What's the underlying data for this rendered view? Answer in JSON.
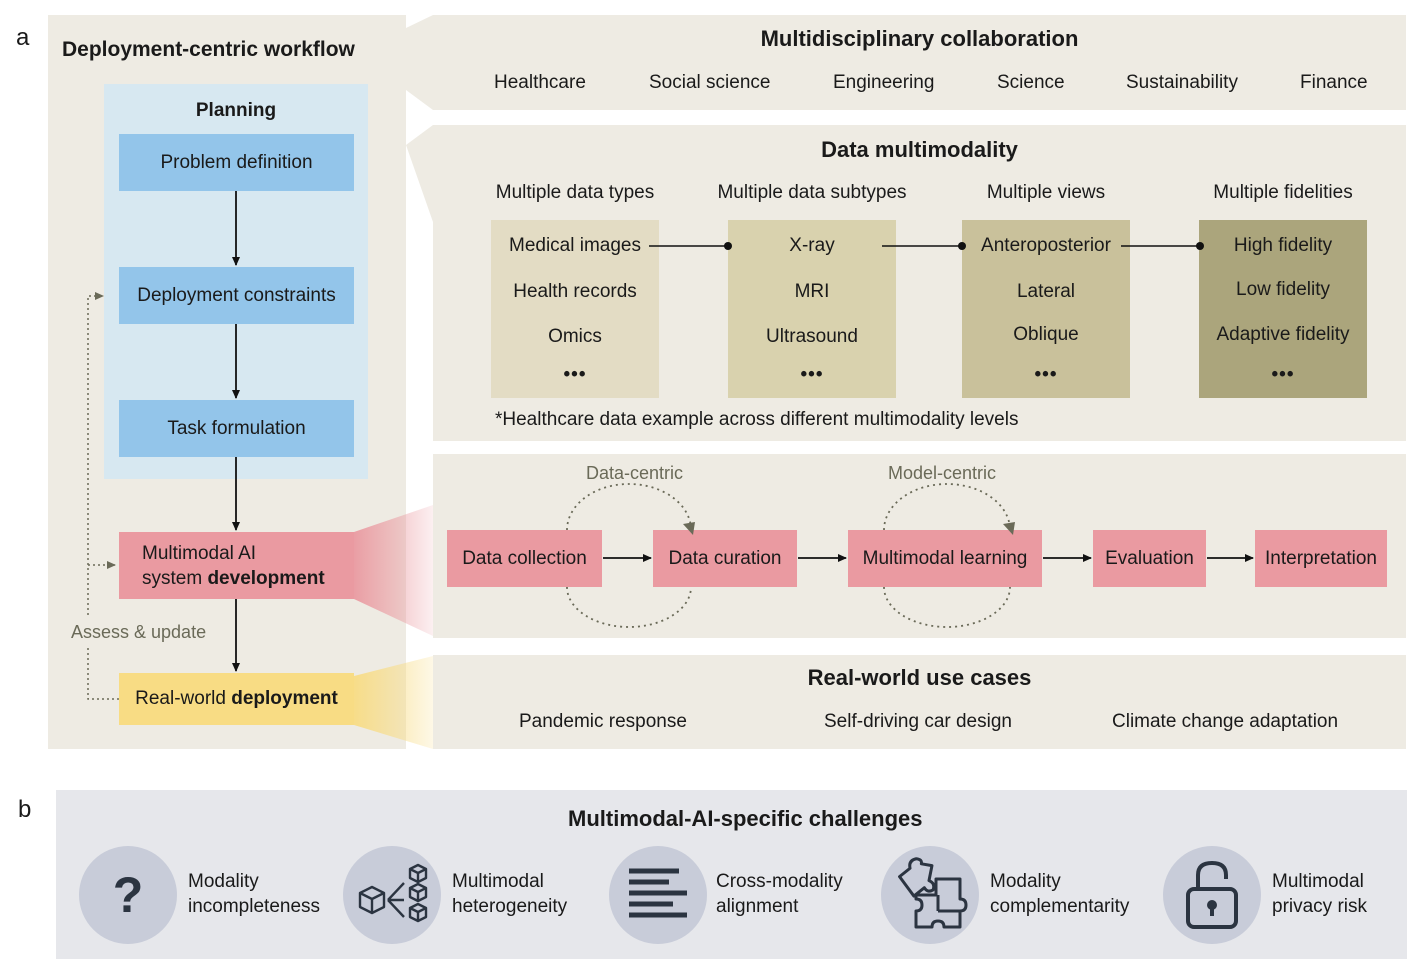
{
  "panel_a": {
    "letter": "a",
    "workflow_title": "Deployment-centric workflow",
    "planning_title": "Planning",
    "steps": [
      "Problem definition",
      "Deployment constraints",
      "Task formulation"
    ],
    "development_line1": "Multimodal AI",
    "development_line2_plain": "system ",
    "development_line2_bold": "development",
    "deployment_plain": "Real-world ",
    "deployment_bold": "deployment",
    "assess_label": "Assess & update",
    "collaboration": {
      "title": "Multidisciplinary collaboration",
      "fields": [
        "Healthcare",
        "Social science",
        "Engineering",
        "Science",
        "Sustainability",
        "Finance"
      ]
    },
    "multimodality": {
      "title": "Data multimodality",
      "column_headers": [
        "Multiple data types",
        "Multiple data subtypes",
        "Multiple views",
        "Multiple fidelities"
      ],
      "columns": [
        [
          "Medical images",
          "Health records",
          "Omics",
          "•••"
        ],
        [
          "X-ray",
          "MRI",
          "Ultrasound",
          "•••"
        ],
        [
          "Anteroposterior",
          "Lateral",
          "Oblique",
          "•••"
        ],
        [
          "High fidelity",
          "Low fidelity",
          "Adaptive fidelity",
          "•••"
        ]
      ],
      "column_colors": [
        "#e3dcc4",
        "#d9d2ae",
        "#c9c19b",
        "#aba57c"
      ],
      "footnote": "*Healthcare data example across different multimodality levels"
    },
    "pipeline": {
      "data_centric_label": "Data-centric",
      "model_centric_label": "Model-centric",
      "stages": [
        "Data collection",
        "Data curation",
        "Multimodal learning",
        "Evaluation",
        "Interpretation"
      ]
    },
    "use_cases": {
      "title": "Real-world use cases",
      "items": [
        "Pandemic response",
        "Self-driving car design",
        "Climate change adaptation"
      ]
    }
  },
  "panel_b": {
    "letter": "b",
    "title": "Multimodal-AI-specific challenges",
    "challenges": [
      {
        "icon": "question-mark-icon",
        "line1": "Modality",
        "line2": "incompleteness"
      },
      {
        "icon": "cubes-network-icon",
        "line1": "Multimodal",
        "line2": "heterogeneity"
      },
      {
        "icon": "text-lines-icon",
        "line1": "Cross-modality",
        "line2": "alignment"
      },
      {
        "icon": "puzzle-icon",
        "line1": "Modality",
        "line2": "complementarity"
      },
      {
        "icon": "unlocked-padlock-icon",
        "line1": "Multimodal",
        "line2": "privacy risk"
      }
    ]
  }
}
